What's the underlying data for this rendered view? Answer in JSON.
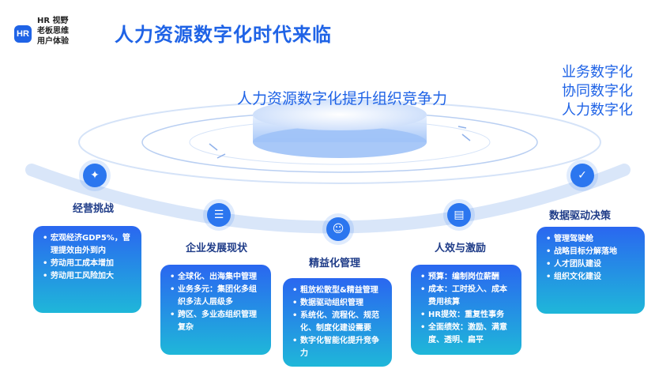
{
  "header": {
    "logo_text": "HR",
    "brand_lines": [
      "HR 视野",
      "老板思维",
      "用户体验"
    ],
    "title": "人力资源数字化时代来临"
  },
  "subtitle": "人力资源数字化提升组织竞争力",
  "right_lines": [
    "业务数字化",
    "协同数字化",
    "人力数字化"
  ],
  "nodes": [
    {
      "label": "经营挑战",
      "icon": "lightbulb-icon",
      "items": [
        "宏观经济GDP5%，管理提效由外到内",
        "劳动用工成本增加",
        "劳动用工风险加大"
      ]
    },
    {
      "label": "企业发展现状",
      "icon": "document-icon",
      "items": [
        "全球化、出海集中管理",
        "业务多元：集团化多组织多法人层级多",
        "跨区、多业态组织管理复杂"
      ]
    },
    {
      "label": "精益化管理",
      "icon": "users-icon",
      "items": [
        "粗放松散型&精益管理",
        "数据驱动组织管理",
        "系统化、流程化、规范化、制度化建设需要",
        "数字化智能化提升竞争力"
      ]
    },
    {
      "label": "人效与激励",
      "icon": "file-icon",
      "items": [
        "预算：编制岗位薪酬",
        "成本：工时投入、成本费用核算",
        "HR提效：重复性事务",
        "全面绩效：激励、满意度、透明、扁平"
      ]
    },
    {
      "label": "数据驱动决策",
      "icon": "checklist-icon",
      "items": [
        "管理驾驶舱",
        "战略目标分解落地",
        "人才团队建设",
        "组织文化建设"
      ]
    }
  ],
  "colors": {
    "accent": "#1f63e6",
    "node": "#2b76ef"
  }
}
